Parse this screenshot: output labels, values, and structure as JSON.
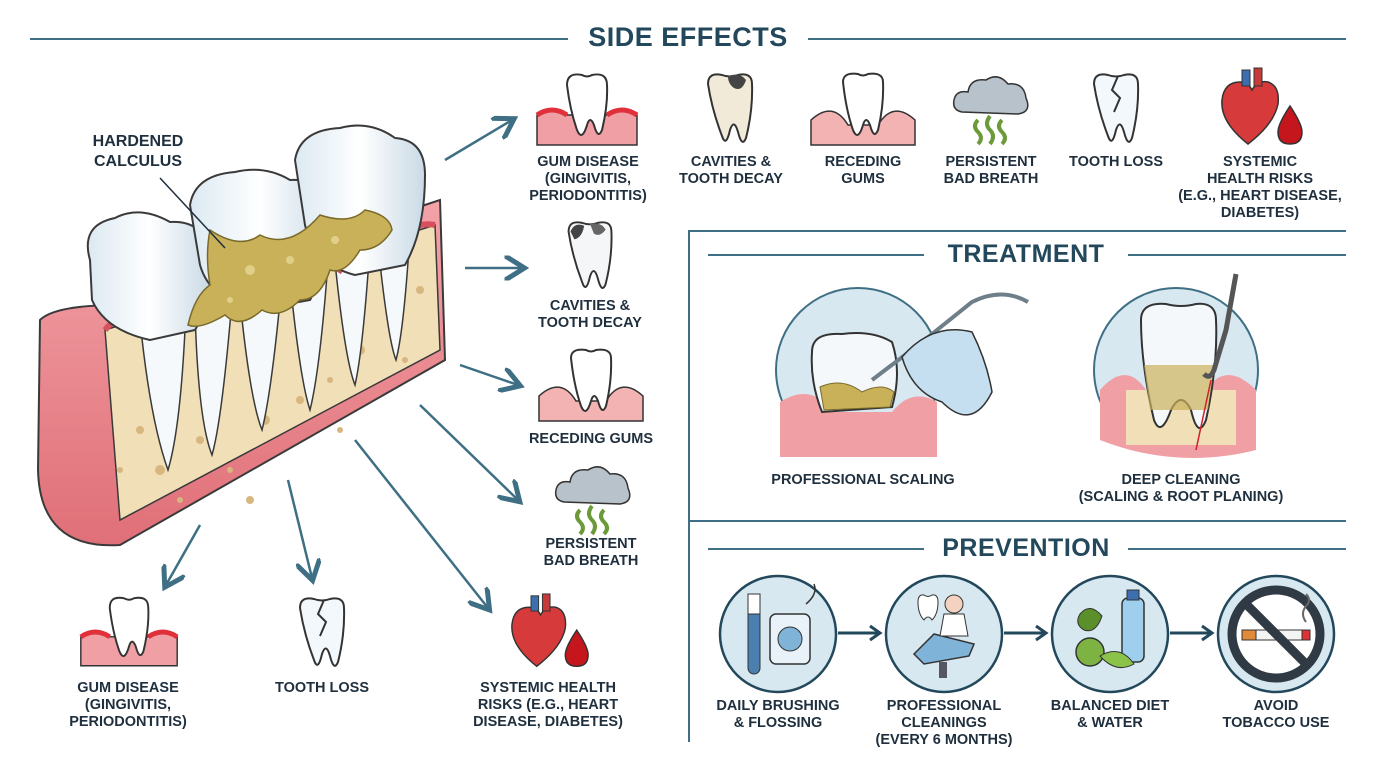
{
  "side_effects": {
    "title": "SIDE EFFECTS",
    "callout": [
      "HARDENED",
      "CALCULUS"
    ],
    "top_row": [
      {
        "lines": [
          "GUM DISEASE",
          "(GINGIVITIS,",
          "PERIODONTITIS)"
        ],
        "icon": "inflamed-gum-tooth-icon"
      },
      {
        "lines": [
          "CAVITIES &",
          "TOOTH DECAY"
        ],
        "icon": "decayed-tooth-icon"
      },
      {
        "lines": [
          "RECEDING",
          "GUMS"
        ],
        "icon": "receding-gum-tooth-icon"
      },
      {
        "lines": [
          "PERSISTENT",
          "BAD BREATH"
        ],
        "icon": "bad-breath-cloud-icon"
      },
      {
        "lines": [
          "TOOTH LOSS"
        ],
        "icon": "cracked-tooth-icon"
      },
      {
        "lines": [
          "SYSTEMIC",
          "HEALTH RISKS",
          "(E.G., HEART DISEASE,",
          "DIABETES)"
        ],
        "icon": "heart-and-blood-drop-icon"
      }
    ],
    "column": [
      {
        "lines": [
          "CAVITIES &",
          "TOOTH DECAY"
        ],
        "icon": "decayed-tooth-icon"
      },
      {
        "lines": [
          "RECEDING GUMS"
        ],
        "icon": "receding-gum-tooth-icon"
      },
      {
        "lines": [
          "PERSISTENT",
          "BAD BREATH"
        ],
        "icon": "bad-breath-cloud-icon"
      }
    ],
    "bottom_row": [
      {
        "lines": [
          "GUM DISEASE",
          "(GINGIVITIS,",
          "PERIODONTITIS)"
        ],
        "icon": "inflamed-gum-tooth-icon"
      },
      {
        "lines": [
          "TOOTH LOSS"
        ],
        "icon": "cracked-tooth-icon"
      },
      {
        "lines": [
          "SYSTEMIC HEALTH",
          "RISKS (E.G., HEART",
          "DISEASE, DIABETES)"
        ],
        "icon": "heart-and-blood-drop-icon"
      }
    ]
  },
  "treatment": {
    "title": "TREATMENT",
    "items": [
      {
        "lines": [
          "PROFESSIONAL SCALING"
        ],
        "icon": "scaling-tool-icon"
      },
      {
        "lines": [
          "DEEP CLEANING",
          "(SCALING & ROOT PLANING)"
        ],
        "icon": "root-planing-icon"
      }
    ]
  },
  "prevention": {
    "title": "PREVENTION",
    "steps": [
      {
        "lines": [
          "DAILY BRUSHING",
          "& FLOSSING"
        ],
        "icon": "toothbrush-floss-icon"
      },
      {
        "lines": [
          "PROFESSIONAL",
          "CLEANINGS",
          "(EVERY 6 MONTHS)"
        ],
        "icon": "dental-chair-icon"
      },
      {
        "lines": [
          "BALANCED DIET",
          "& WATER"
        ],
        "icon": "diet-water-icon"
      },
      {
        "lines": [
          "AVOID",
          "TOBACCO USE"
        ],
        "icon": "no-smoking-icon"
      }
    ]
  },
  "colors": {
    "accent": "#23485c",
    "line": "#3e6f84",
    "gum": "#e8838a",
    "gum_light": "#f6c9c9",
    "tooth": "#f4f8fb",
    "calculus": "#c9b15a",
    "bone": "#f1dfb8",
    "icon_bg": "#d7e8f1"
  }
}
